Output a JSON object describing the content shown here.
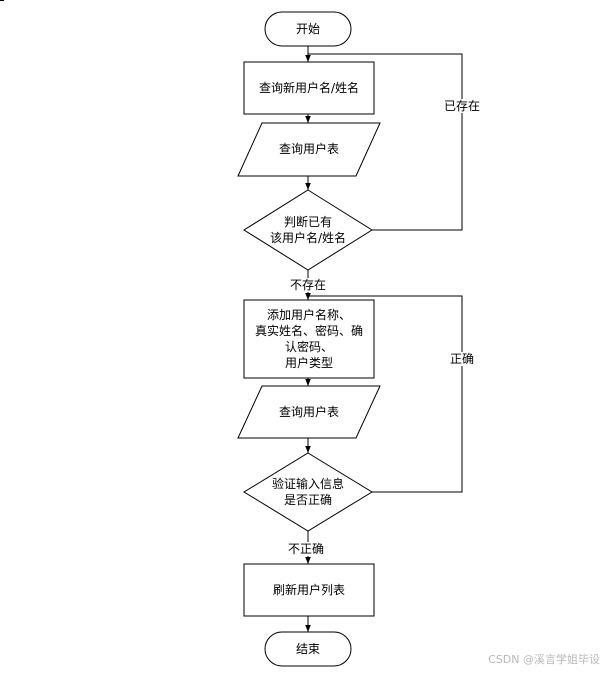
{
  "flowchart": {
    "nodes": {
      "start": "开始",
      "query_name": "查询新用户名/姓名",
      "query_table_1": "查询用户表",
      "judge_exists_line1": "判断已有",
      "judge_exists_line2": "该用户名/姓名",
      "add_user_line1": "添加用户名称、",
      "add_user_line2": "真实姓名、密码、确",
      "add_user_line3": "认密码、",
      "add_user_line4": "用户类型",
      "query_table_2": "查询用户表",
      "verify_line1": "验证输入信息",
      "verify_line2": "是否正确",
      "refresh_list": "刷新用户列表",
      "end": "结束"
    },
    "edges": {
      "exists": "已存在",
      "not_exists": "不存在",
      "correct": "正确",
      "incorrect": "不正确"
    }
  },
  "watermark": "CSDN @溪言学姐毕设",
  "colors": {
    "stroke": "#000000",
    "background": "#ffffff",
    "watermark": "#b8b8b8"
  }
}
